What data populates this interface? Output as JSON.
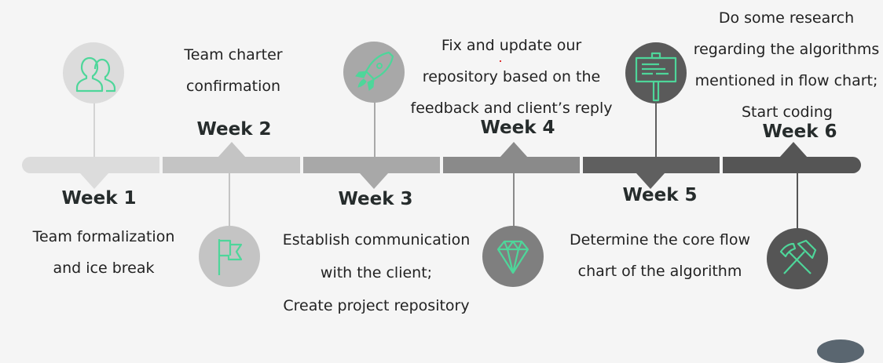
{
  "colors": {
    "background": "#f5f5f5",
    "segment_1": "#dcdcdc",
    "segment_2": "#c4c4c4",
    "segment_3": "#a8a8a8",
    "segment_4": "#8a8a8a",
    "segment_5": "#5f5f5f",
    "segment_6": "#555555",
    "icon_accent": "#4ed69a"
  },
  "milestones": [
    {
      "week_label": "Week 1",
      "description": [
        "Team formalization",
        "and ice break"
      ],
      "icon": "users-icon"
    },
    {
      "week_label": "Week 2",
      "description": [
        "Team charter",
        "confirmation"
      ],
      "icon": "flag-icon"
    },
    {
      "week_label": "Week 3",
      "description": [
        "Establish communication",
        "with the client;",
        "Create project repository"
      ],
      "icon": "rocket-icon"
    },
    {
      "week_label": "Week 4",
      "description": [
        "Fix and update our",
        "repository based on the",
        "feedback and client’s reply"
      ],
      "icon": "diamond-icon"
    },
    {
      "week_label": "Week 5",
      "description": [
        "Determine the core flow",
        "chart of the algorithm"
      ],
      "icon": "signboard-icon"
    },
    {
      "week_label": "Week 6",
      "description": [
        "Do some research",
        "regarding the algorithms",
        "mentioned in flow chart;",
        "Start coding"
      ],
      "icon": "hammer-pick-icon"
    }
  ]
}
